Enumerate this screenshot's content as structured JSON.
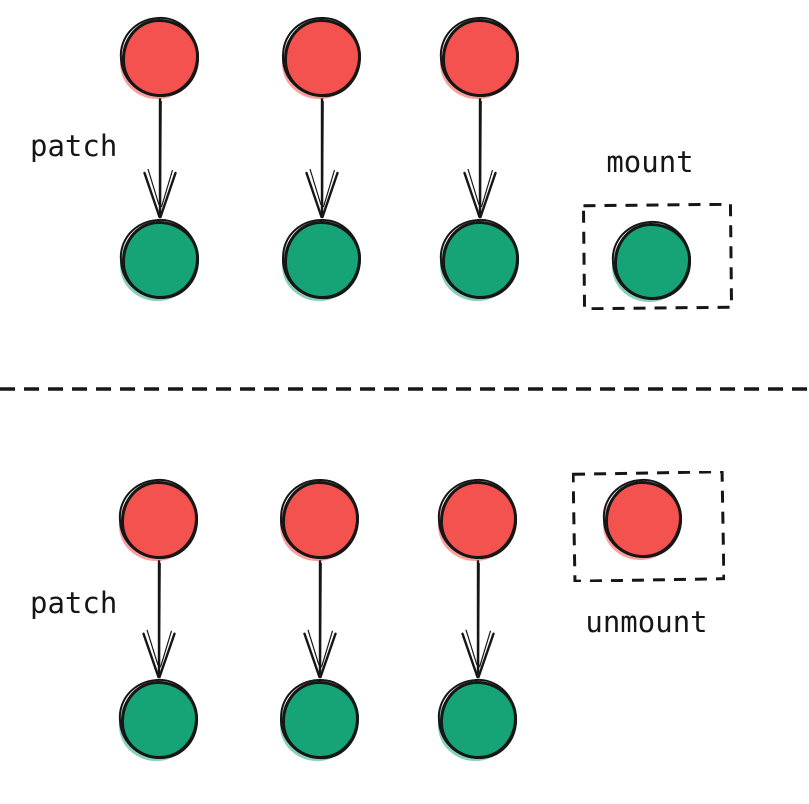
{
  "diagram": {
    "top_section": {
      "patch_label": "patch",
      "mount_label": "mount",
      "pairs": [
        {
          "from_node": "red",
          "to_node": "green"
        },
        {
          "from_node": "red",
          "to_node": "green"
        },
        {
          "from_node": "red",
          "to_node": "green"
        }
      ],
      "mount_box_node": "green"
    },
    "bottom_section": {
      "patch_label": "patch",
      "unmount_label": "unmount",
      "pairs": [
        {
          "from_node": "red",
          "to_node": "green"
        },
        {
          "from_node": "red",
          "to_node": "green"
        },
        {
          "from_node": "red",
          "to_node": "green"
        }
      ],
      "unmount_box_node": "red"
    }
  },
  "colors": {
    "red": "#f4524e",
    "green": "#16a378",
    "stroke": "#161616",
    "background": "#ffffff"
  }
}
